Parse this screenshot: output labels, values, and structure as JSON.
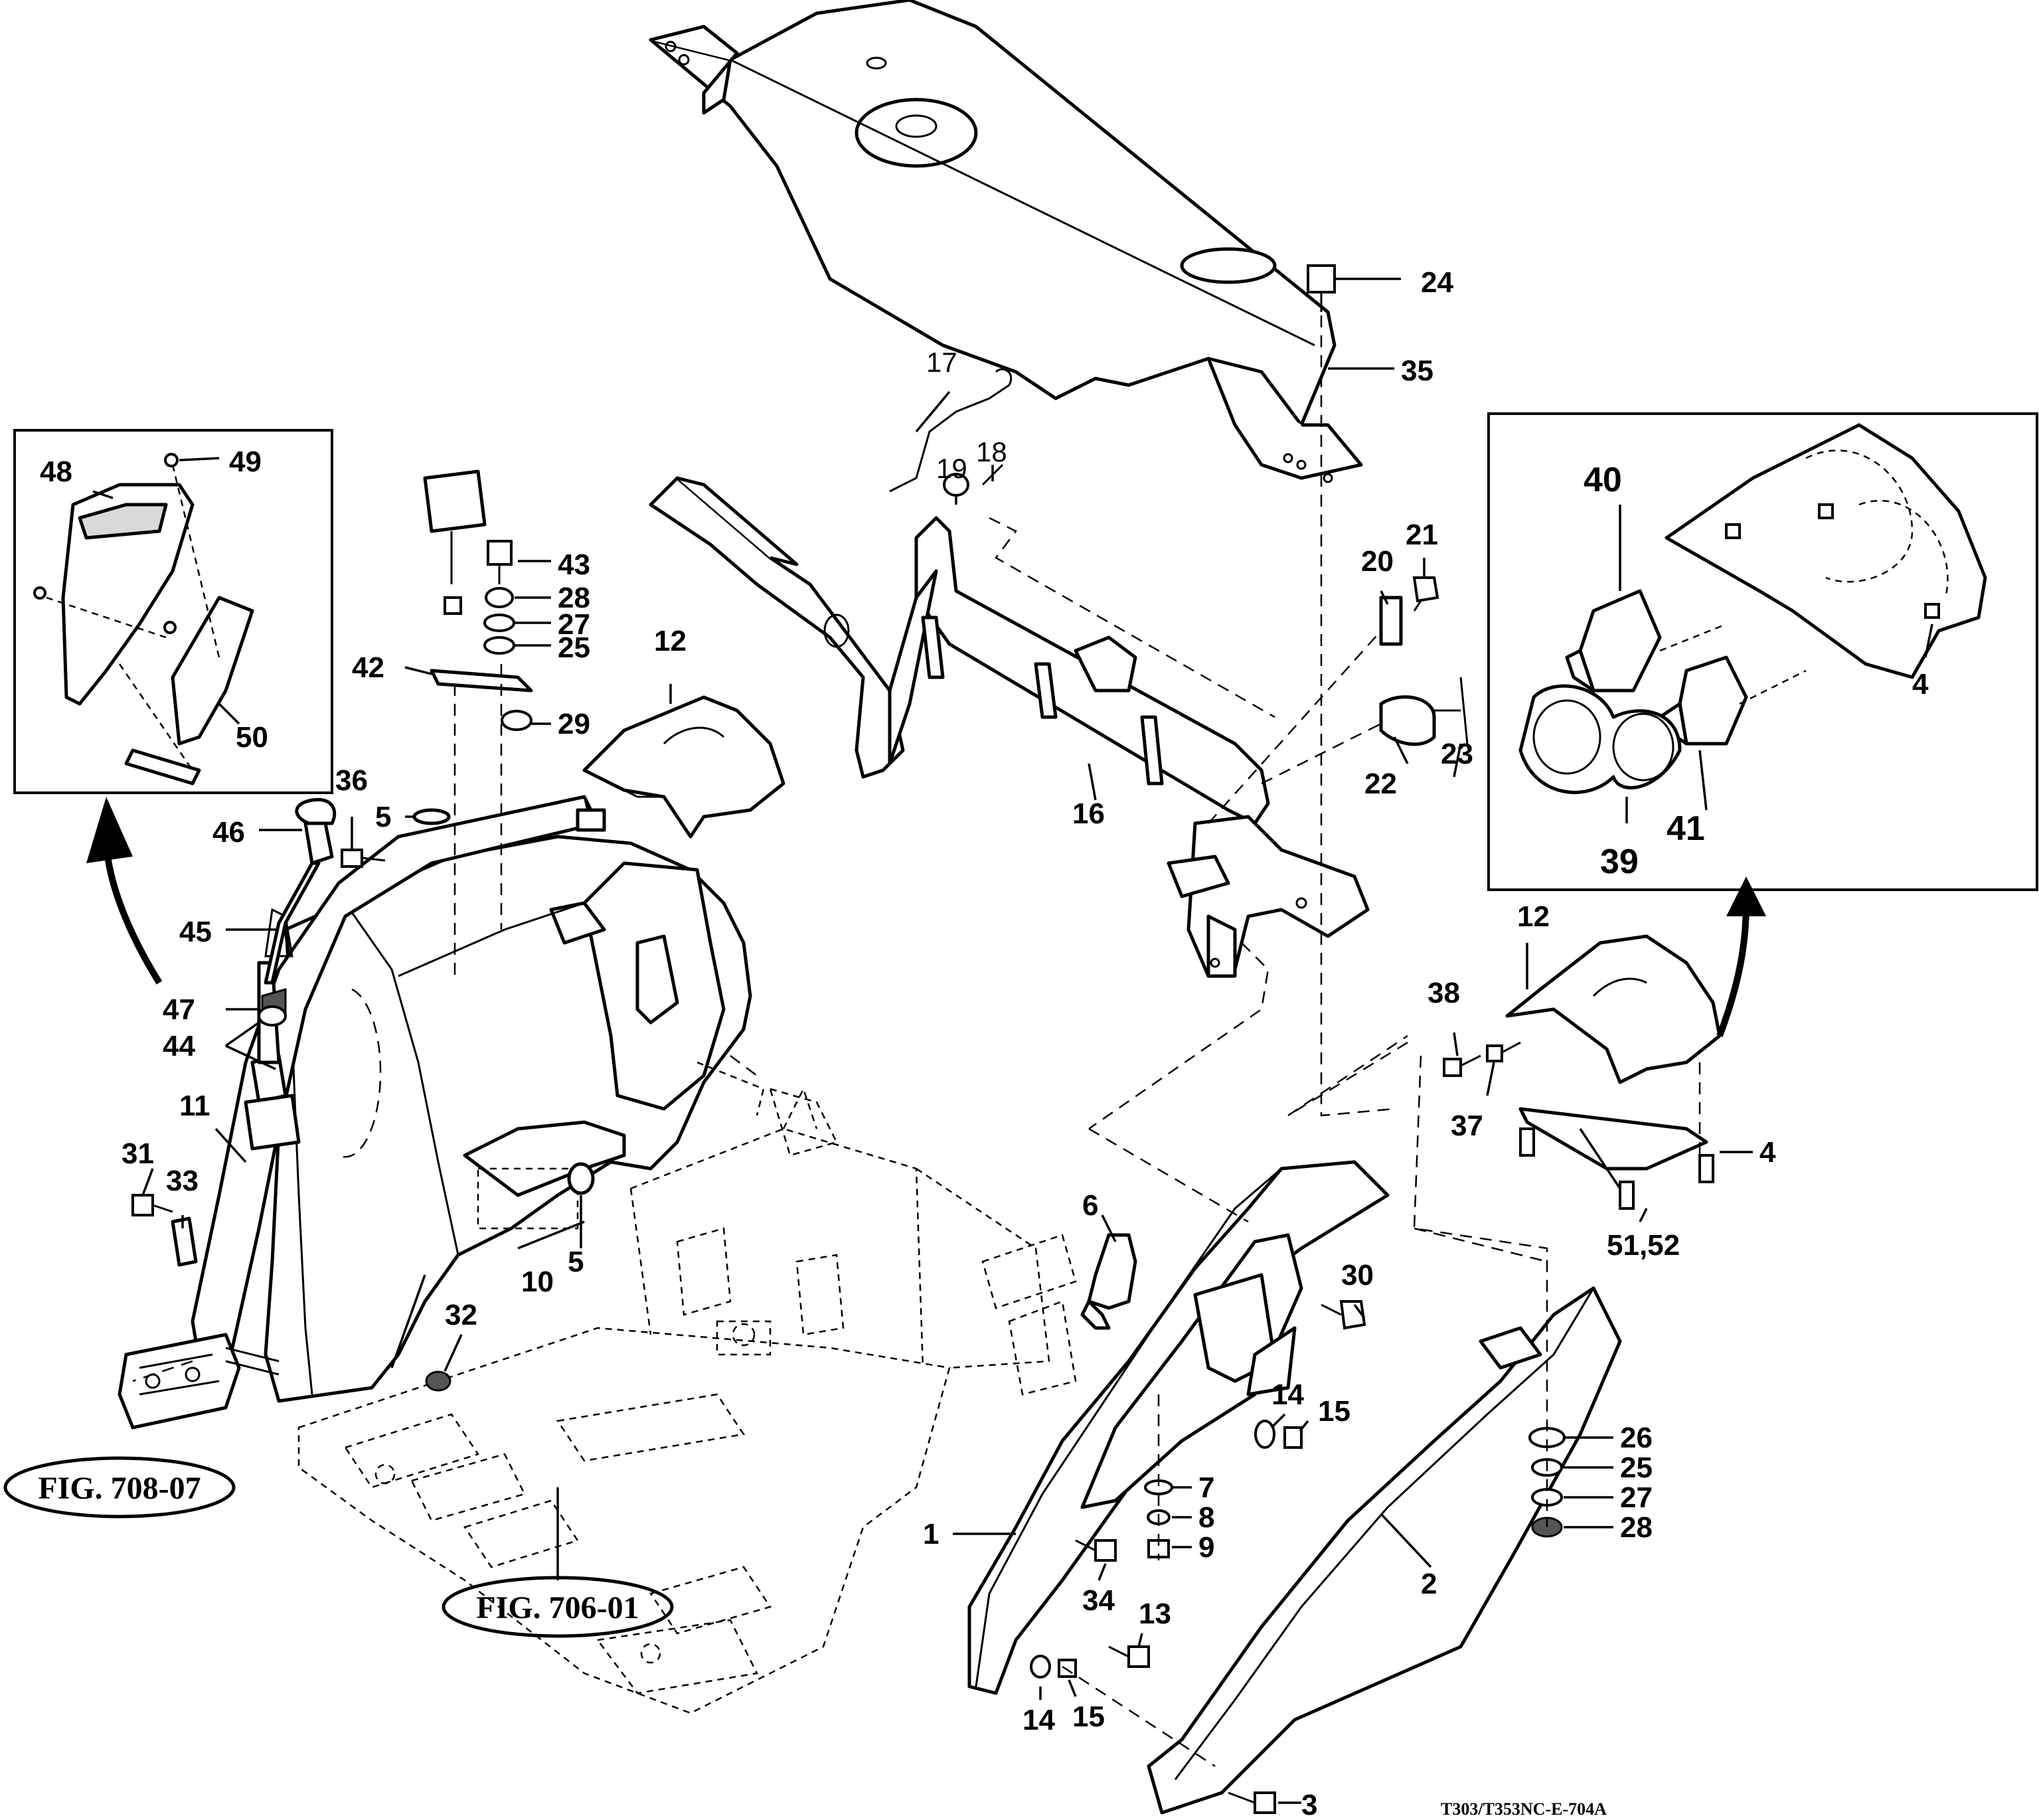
{
  "figure_code": "T303/T353NC-E-704A",
  "references": {
    "fig_708": "FIG. 708-07",
    "fig_706": "FIG. 706-01"
  },
  "callouts": {
    "c1": "1",
    "c2": "2",
    "c3": "3",
    "c4a": "4",
    "c4b": "4",
    "c5a": "5",
    "c5b": "5",
    "c6": "6",
    "c7": "7",
    "c8": "8",
    "c9": "9",
    "c10": "10",
    "c11": "11",
    "c12a": "12",
    "c12b": "12",
    "c13": "13",
    "c14a": "14",
    "c14b": "14",
    "c15a": "15",
    "c15b": "15",
    "c16": "16",
    "c17": "17",
    "c18": "18",
    "c19": "19",
    "c20": "20",
    "c21": "21",
    "c22": "22",
    "c23": "23",
    "c24": "24",
    "c25a": "25",
    "c25b": "25",
    "c26": "26",
    "c27a": "27",
    "c27b": "27",
    "c28a": "28",
    "c28b": "28",
    "c29": "29",
    "c30": "30",
    "c31": "31",
    "c32": "32",
    "c33": "33",
    "c34": "34",
    "c35": "35",
    "c36": "36",
    "c37": "37",
    "c38": "38",
    "c39": "39",
    "c40": "40",
    "c41": "41",
    "c42": "42",
    "c43": "43",
    "c44": "44",
    "c45": "45",
    "c46": "46",
    "c47": "47",
    "c48": "48",
    "c49": "49",
    "c50": "50",
    "c51": "51,52"
  }
}
